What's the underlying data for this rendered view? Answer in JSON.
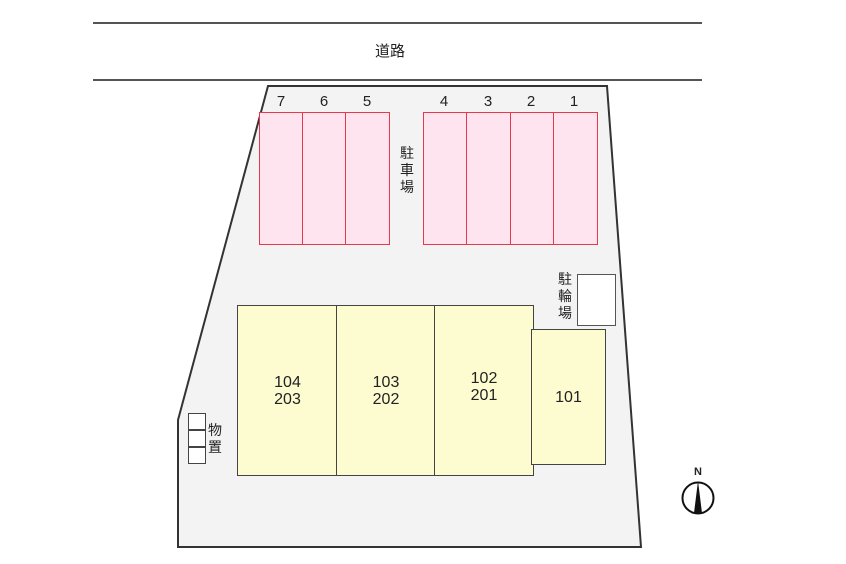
{
  "road": {
    "label": "道路"
  },
  "parking": {
    "label": "駐車場",
    "spots": [
      {
        "number": "7"
      },
      {
        "number": "6"
      },
      {
        "number": "5"
      },
      {
        "number": "4"
      },
      {
        "number": "3"
      },
      {
        "number": "2"
      },
      {
        "number": "1"
      }
    ],
    "fill_color": "#fde4ee",
    "border_color": "#e8384f"
  },
  "bicycle_parking": {
    "label": "駐輪場"
  },
  "storage": {
    "label": "物置"
  },
  "building": {
    "fill_color": "#fdfbd0",
    "units": [
      {
        "line1": "104",
        "line2": "203"
      },
      {
        "line1": "103",
        "line2": "202"
      },
      {
        "line1": "102",
        "line2": "201"
      },
      {
        "line1": "101",
        "line2": ""
      }
    ]
  },
  "compass": {
    "label": "N"
  },
  "lot": {
    "fill_color": "#f3f3f3"
  }
}
